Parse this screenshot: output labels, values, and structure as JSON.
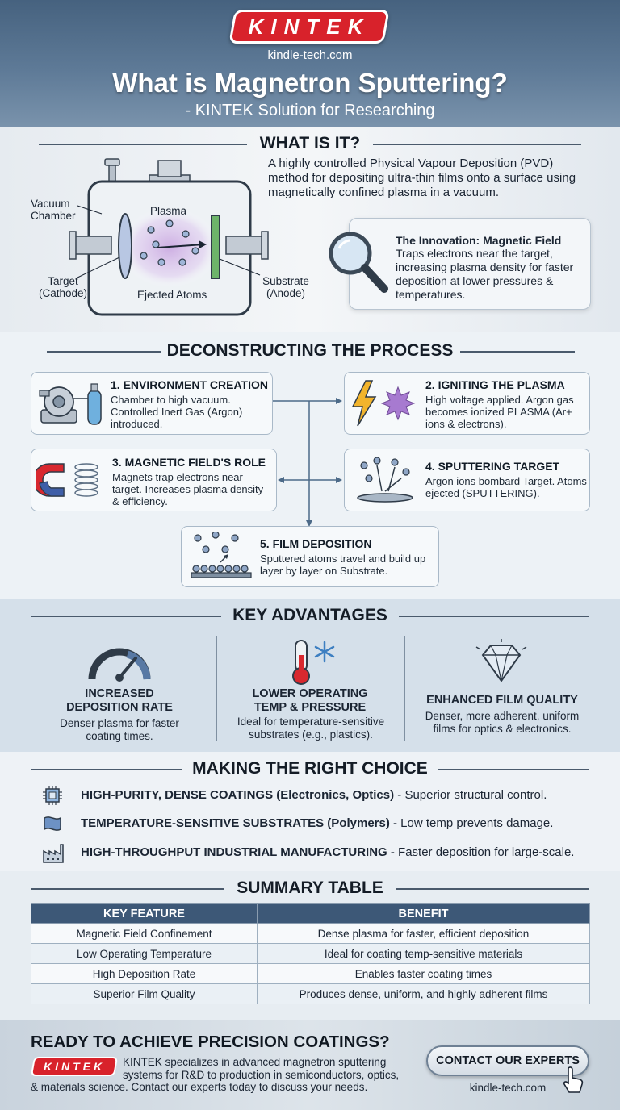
{
  "header": {
    "logo": "KINTEK",
    "site": "kindle-tech.com",
    "title": "What is Magnetron Sputtering?",
    "subtitle": "- KINTEK Solution for Researching"
  },
  "what_is_it": {
    "heading": "WHAT IS IT?",
    "description": "A highly controlled Physical Vapour Deposition (PVD) method for depositing ultra-thin films onto a surface using magnetically confined plasma in a vacuum.",
    "diagram": {
      "vacuum_chamber": "Vacuum\nChamber",
      "plasma": "Plasma",
      "target": "Target\n(Cathode)",
      "ejected_atoms": "Ejected Atoms",
      "substrate": "Substrate\n(Anode)"
    },
    "innovation_title": "The Innovation: Magnetic Field",
    "innovation_text": "Traps electrons near the target, increasing plasma density for faster deposition at lower pressures & temperatures."
  },
  "process": {
    "heading": "DECONSTRUCTING THE PROCESS",
    "steps": [
      {
        "title": "1. ENVIRONMENT CREATION",
        "text": "Chamber to high vacuum. Controlled Inert Gas (Argon) introduced."
      },
      {
        "title": "2. IGNITING THE PLASMA",
        "text": "High voltage applied. Argon gas becomes ionized PLASMA (Ar+ ions & electrons)."
      },
      {
        "title": "3. MAGNETIC FIELD'S ROLE",
        "text": "Magnets trap electrons near target. Increases plasma density & efficiency."
      },
      {
        "title": "4. SPUTTERING TARGET",
        "text": "Argon ions bombard Target. Atoms ejected (SPUTTERING)."
      },
      {
        "title": "5. FILM DEPOSITION",
        "text": "Sputtered atoms travel and build up layer by layer on Substrate."
      }
    ]
  },
  "advantages": {
    "heading": "KEY ADVANTAGES",
    "items": [
      {
        "title": "INCREASED\nDEPOSITION RATE",
        "text": "Denser plasma for faster coating times."
      },
      {
        "title": "LOWER OPERATING\nTEMP & PRESSURE",
        "text": "Ideal for temperature-sensitive substrates (e.g., plastics)."
      },
      {
        "title": "ENHANCED FILM QUALITY",
        "text": "Denser, more adherent, uniform films for optics & electronics."
      }
    ]
  },
  "choice": {
    "heading": "MAKING THE RIGHT CHOICE",
    "items": [
      {
        "bold": "HIGH-PURITY, DENSE COATINGS (Electronics, Optics)",
        "rest": " - Superior structural control."
      },
      {
        "bold": "TEMPERATURE-SENSITIVE SUBSTRATES (Polymers)",
        "rest": " - Low temp prevents damage."
      },
      {
        "bold": "HIGH-THROUGHPUT INDUSTRIAL MANUFACTURING",
        "rest": " - Faster deposition for large-scale."
      }
    ]
  },
  "summary": {
    "heading": "SUMMARY TABLE",
    "columns": [
      "KEY FEATURE",
      "BENEFIT"
    ],
    "rows": [
      [
        "Magnetic Field Confinement",
        "Dense plasma for faster, efficient deposition"
      ],
      [
        "Low Operating Temperature",
        "Ideal for coating temp-sensitive materials"
      ],
      [
        "High Deposition Rate",
        "Enables faster coating times"
      ],
      [
        "Superior Film Quality",
        "Produces dense, uniform, and highly adherent films"
      ]
    ]
  },
  "footer": {
    "cta_title": "READY TO ACHIEVE PRECISION COATINGS?",
    "logo": "KINTEK",
    "text": "KINTEK specializes in advanced magnetron sputtering systems for R&D to production in semiconductors, optics,",
    "text2": "& materials science. Contact our experts today to discuss your needs.",
    "button": "CONTACT OUR EXPERTS",
    "site": "kindle-tech.com"
  }
}
